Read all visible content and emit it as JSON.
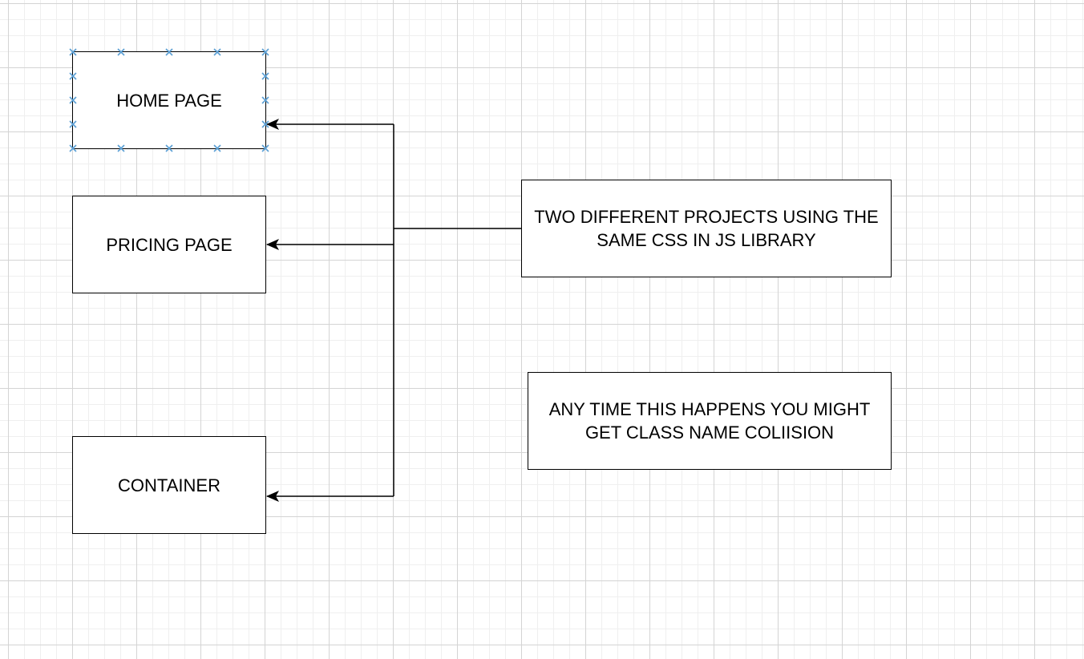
{
  "diagram": {
    "nodes": {
      "home_page": "HOME PAGE",
      "pricing_page": "PRICING PAGE",
      "container": "CONTAINER",
      "projects_note": "TWO DIFFERENT PROJECTS USING THE SAME CSS IN JS LIBRARY",
      "collision_note": "ANY TIME THIS HAPPENS YOU MIGHT GET CLASS NAME COLIISION"
    },
    "selected_node": "home_page",
    "colors": {
      "stroke": "#000000",
      "selection_handle": "#5a9fd4",
      "grid_major": "#d4d4d4",
      "grid_minor": "#efefef"
    }
  }
}
